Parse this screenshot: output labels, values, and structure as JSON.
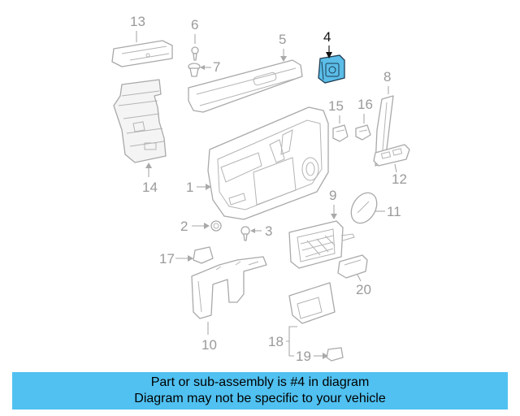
{
  "diagram": {
    "highlighted_part": "4",
    "callouts": [
      "1",
      "2",
      "3",
      "4",
      "5",
      "6",
      "7",
      "8",
      "9",
      "10",
      "11",
      "12",
      "13",
      "14",
      "15",
      "16",
      "17",
      "18",
      "19",
      "20"
    ],
    "accent_color": "#5bbde8",
    "banner_color": "#50c1f1"
  },
  "banner": {
    "line1": "Part or sub-assembly is #4 in diagram",
    "line2": "Diagram may not be specific to your vehicle"
  }
}
